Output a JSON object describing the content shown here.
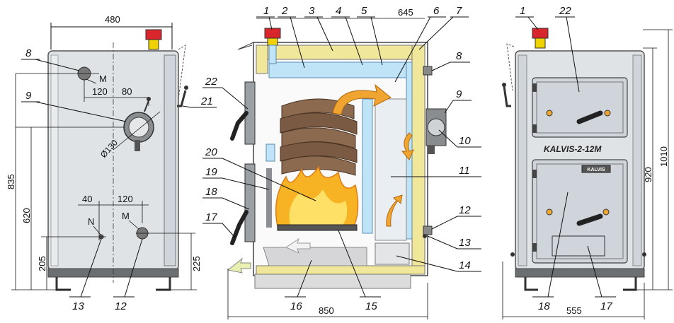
{
  "colors": {
    "body": "#dfe3e6",
    "panel": "#cfd5da",
    "insulation": "#f1e79a",
    "water": "#bfe3f7",
    "flame": "#f7b323",
    "dark": "#333333"
  },
  "left_view": {
    "dims": {
      "width": "480",
      "h835": "835",
      "h620": "620",
      "h205": "205",
      "h225": "225",
      "d120a": "120",
      "d80": "80",
      "d40": "40",
      "d120b": "120",
      "dia": "Ø130"
    },
    "letters": {
      "m1": "M",
      "m2": "M",
      "n": "N"
    },
    "callouts": {
      "c8": "8",
      "c9": "9",
      "c21": "21",
      "c13": "13",
      "c12": "12"
    }
  },
  "center_view": {
    "dims": {
      "top": "645",
      "bottom": "850"
    },
    "callouts": {
      "c1": "1",
      "c2": "2",
      "c3": "3",
      "c4": "4",
      "c5": "5",
      "c6": "6",
      "c7": "7",
      "c8": "8",
      "c9": "9",
      "c10": "10",
      "c11": "11",
      "c12": "12",
      "c13": "13",
      "c14": "14",
      "c15": "15",
      "c16": "16",
      "c17": "17",
      "c18": "18",
      "c19": "19",
      "c20": "20",
      "c22": "22"
    }
  },
  "right_view": {
    "model": "KALVIS-2-12M",
    "plate": "KALVIS",
    "dims": {
      "h920": "920",
      "h1010": "1010",
      "w555": "555"
    },
    "callouts": {
      "c1": "1",
      "c22": "22",
      "c18": "18",
      "c17": "17"
    }
  }
}
